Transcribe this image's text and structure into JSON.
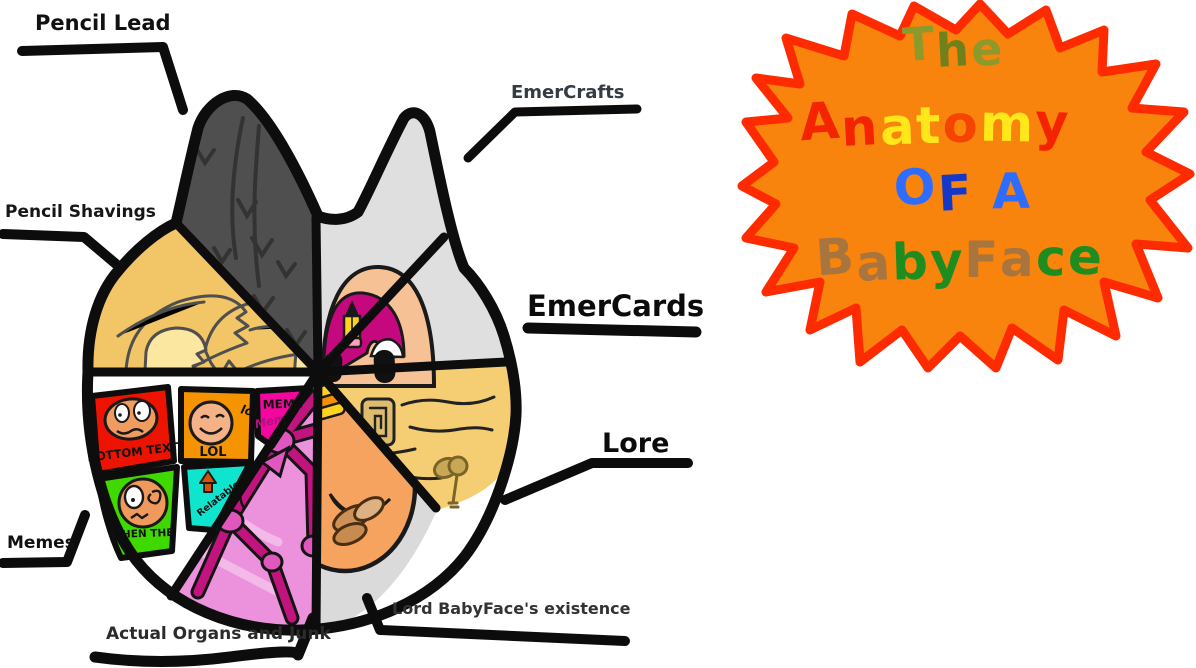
{
  "labels": {
    "pencil_lead": "Pencil Lead",
    "pencil_shavings": "Pencil Shavings",
    "emercrafts": "EmerCrafts",
    "emercards": "EmerCards",
    "lore": "Lore",
    "memes": "Memes",
    "actual_organs": "Actual Organs and Junk",
    "lord_babyface": "Lord BabyFace's existence"
  },
  "meme_panels": {
    "bottom_text": "BOTTOM TEXT",
    "lol": "LOL",
    "lol_handwritten": "lol",
    "meme": "MEME",
    "meme_handwritten": "Mem",
    "when_the": "WHEN THE",
    "relatable": "Relatable"
  },
  "title_lines": {
    "line1": [
      {
        "ch": "T",
        "color": "#8C9A2B"
      },
      {
        "ch": "h",
        "color": "#70801A"
      },
      {
        "ch": "e",
        "color": "#8C9A2B"
      }
    ],
    "line2": [
      {
        "ch": "A",
        "color": "#F42300"
      },
      {
        "ch": "n",
        "color": "#F42300"
      },
      {
        "ch": "a",
        "color": "#FFE719"
      },
      {
        "ch": "t",
        "color": "#FFE719"
      },
      {
        "ch": "o",
        "color": "#F44400"
      },
      {
        "ch": "m",
        "color": "#FFE719"
      },
      {
        "ch": "y",
        "color": "#F42300"
      }
    ],
    "line3": [
      {
        "ch": "O",
        "color": "#2E6CFF"
      },
      {
        "ch": "F",
        "color": "#1638C8"
      },
      {
        "ch": " ",
        "color": "#2E6CFF"
      },
      {
        "ch": "A",
        "color": "#2E6CFF"
      }
    ],
    "line4": [
      {
        "ch": "B",
        "color": "#A8753F"
      },
      {
        "ch": "a",
        "color": "#A8753F"
      },
      {
        "ch": "b",
        "color": "#1E8C1E"
      },
      {
        "ch": "y",
        "color": "#1E8C1E"
      },
      {
        "ch": "F",
        "color": "#A8753F"
      },
      {
        "ch": "a",
        "color": "#A8753F"
      },
      {
        "ch": "c",
        "color": "#1E8C1E"
      },
      {
        "ch": "e",
        "color": "#1E8C1E"
      }
    ]
  },
  "sections": [
    {
      "name": "Pencil Lead",
      "color": "#4F4F4F"
    },
    {
      "name": "Pencil Shavings",
      "color": "#F2C566"
    },
    {
      "name": "EmerCrafts",
      "color": "#DFDFDF"
    },
    {
      "name": "EmerCards",
      "color": "#F6C295"
    },
    {
      "name": "Lore",
      "color": "#F5CE74"
    },
    {
      "name": "Lord BabyFace's existence",
      "color": "#DADADA"
    },
    {
      "name": "Actual Organs and Junk",
      "color": "#EC92DC"
    },
    {
      "name": "Memes",
      "color": "#FFFFFF"
    }
  ],
  "colors": {
    "splat_fill": "#F8830D",
    "splat_outline": "#FE2B00",
    "outline": "#0d0d0d",
    "organ_vein": "#C2147E",
    "panel_red": "#EE1200",
    "panel_orange": "#F59300",
    "panel_magenta": "#F2089E",
    "panel_green": "#3FD900",
    "panel_cyan": "#0FE5CE"
  }
}
